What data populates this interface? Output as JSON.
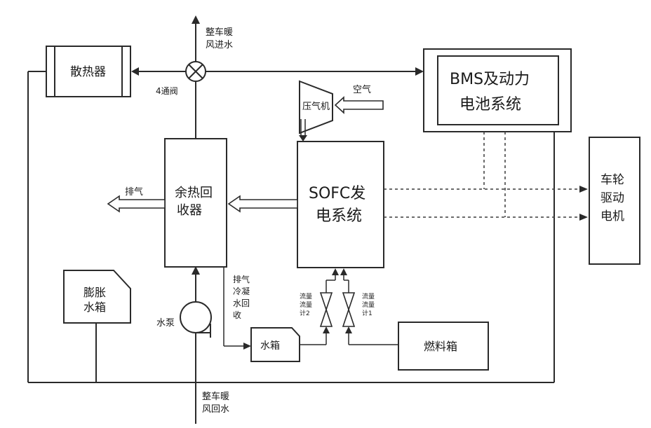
{
  "labels": {
    "heater_inlet": [
      "整车暖",
      "风进水"
    ],
    "four_way_valve": "4通阀",
    "radiator": "散热器",
    "bms": [
      "BMS及动力",
      "电池系统"
    ],
    "compressor": "压气机",
    "air": "空气",
    "heat_recovery": [
      "余热回",
      "收器"
    ],
    "exhaust": "排气",
    "sofc": [
      "SOFC发",
      "电系统"
    ],
    "wheel_motor": [
      "车轮",
      "驱动",
      "电机"
    ],
    "expansion_tank": [
      "膨胀",
      "水箱"
    ],
    "water_pump": "水泵",
    "condensate_return": [
      "排气",
      "冷凝",
      "水回",
      "收"
    ],
    "water_tank": "水箱",
    "flowmeter_2": [
      "流量",
      "流量",
      "计2"
    ],
    "flowmeter_1": [
      "流量",
      "流量",
      "计1"
    ],
    "fuel_tank": "燃料箱",
    "heater_return": [
      "整车暖",
      "风回水"
    ]
  }
}
